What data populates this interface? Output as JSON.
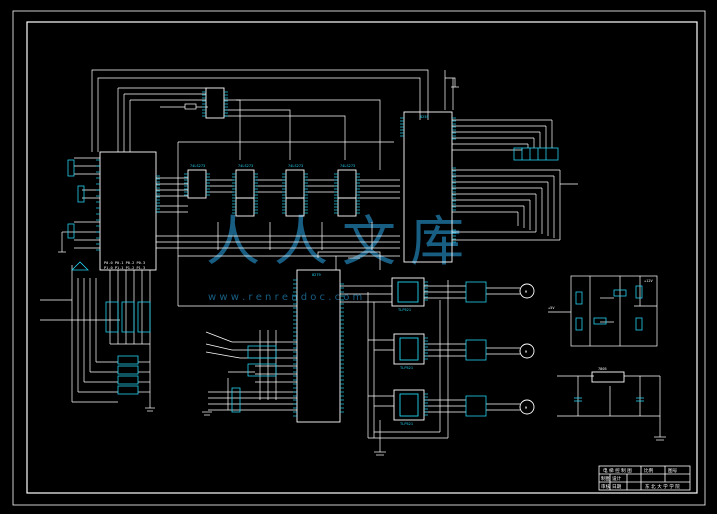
{
  "sheet": {
    "title_block": {
      "title": "电 梯 控 制 图",
      "cells": [
        "比例",
        "图号",
        "制图",
        "审核",
        "设计",
        "日期"
      ],
      "subtitle": "东 北 大 学 学 院"
    }
  },
  "ics": [
    {
      "id": "mcu",
      "labels": [
        "P0.0 P0.1 P0.2 P0.3",
        "P1.0 P1.1 P1.2 P1.3"
      ]
    },
    {
      "id": "latch-1",
      "labels": [
        "74LS273"
      ]
    },
    {
      "id": "latch-2",
      "labels": [
        "74LS273"
      ]
    },
    {
      "id": "latch-3",
      "labels": [
        "74LS273"
      ]
    },
    {
      "id": "latch-4",
      "labels": [
        "74LS273"
      ]
    },
    {
      "id": "driver-ic",
      "labels": [
        "8279"
      ]
    },
    {
      "id": "controller-ic",
      "labels": [
        "8255"
      ]
    },
    {
      "id": "opto-1",
      "labels": [
        "TLP521"
      ]
    },
    {
      "id": "opto-2",
      "labels": [
        "TLP521"
      ]
    },
    {
      "id": "opto-3",
      "labels": [
        "TLP521"
      ]
    }
  ],
  "motors": [
    {
      "id": "motor-1",
      "label": "M"
    },
    {
      "id": "motor-2",
      "label": "M"
    },
    {
      "id": "motor-3",
      "label": "M"
    }
  ],
  "power": {
    "label": "+5V",
    "reg": "7805",
    "vcc": "+12V"
  },
  "watermark": {
    "glyphs": "人人文库",
    "url": "w w w . r e n r e n d o c . c o m"
  },
  "colors": {
    "background": "#000000",
    "wire": "#ffffff",
    "component": "#22d3f2",
    "watermark": "#1d6f9a"
  }
}
